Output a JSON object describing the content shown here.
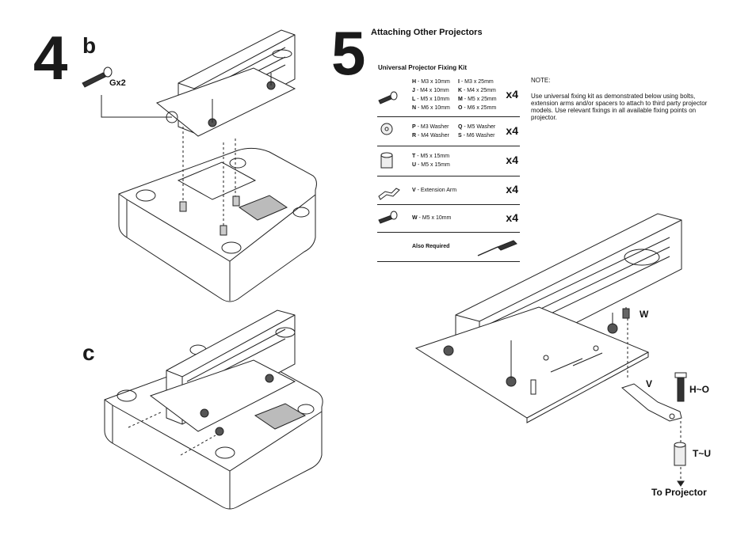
{
  "step4": {
    "number": "4",
    "sub_b": "b",
    "sub_c": "c",
    "screw_label": "Gx2"
  },
  "step5": {
    "number": "5",
    "title": "Attaching Other Projectors",
    "kit_title": "Universal Projector Fixing Kit",
    "kit_rows": [
      {
        "icon": "bolt-icon",
        "lines": [
          [
            {
              "code": "H",
              "desc": " - M3 x 10mm"
            },
            {
              "code": "I",
              "desc": " - M3 x 25mm"
            }
          ],
          [
            {
              "code": "J",
              "desc": " - M4 x 10mm"
            },
            {
              "code": "K",
              "desc": " - M4 x 25mm"
            }
          ],
          [
            {
              "code": "L",
              "desc": " - M5 x 10mm"
            },
            {
              "code": "M",
              "desc": " - M5 x 25mm"
            }
          ],
          [
            {
              "code": "N",
              "desc": " - M6 x 10mm"
            },
            {
              "code": "O",
              "desc": " - M6 x 25mm"
            }
          ]
        ],
        "qty": "x4"
      },
      {
        "icon": "washer-icon",
        "lines": [
          [
            {
              "code": "P",
              "desc": " - M3 Washer"
            },
            {
              "code": "Q",
              "desc": " - M5 Washer"
            }
          ],
          [
            {
              "code": "R",
              "desc": " - M4 Washer"
            },
            {
              "code": "S",
              "desc": " - M6 Washer"
            }
          ]
        ],
        "qty": "x4"
      },
      {
        "icon": "spacer-icon",
        "lines": [
          [
            {
              "code": "T",
              "desc": " - M5 x 15mm"
            }
          ],
          [
            {
              "code": "U",
              "desc": " - M5 x 15mm"
            }
          ]
        ],
        "qty": "x4"
      },
      {
        "icon": "extension-arm-icon",
        "lines": [
          [
            {
              "code": "V",
              "desc": " - Extension Arm"
            }
          ]
        ],
        "qty": "x4"
      },
      {
        "icon": "bolt-icon",
        "lines": [
          [
            {
              "code": "W",
              "desc": " - M5 x 10mm"
            }
          ]
        ],
        "qty": "x4"
      },
      {
        "icon": "screwdriver-icon",
        "lines": [
          [
            {
              "code": "Also Required",
              "desc": ""
            }
          ]
        ],
        "qty": ""
      }
    ],
    "note_heading": "NOTE:",
    "note_text": "Use universal fixing kit as demonstrated below using bolts, extension arms and/or spacers to attach to third party projector models. Use relevant fixings in all available fixing points on projector.",
    "labels": {
      "w": "W",
      "v": "V",
      "ho": "H~O",
      "tu": "T~U",
      "to_projector": "To Projector"
    }
  }
}
